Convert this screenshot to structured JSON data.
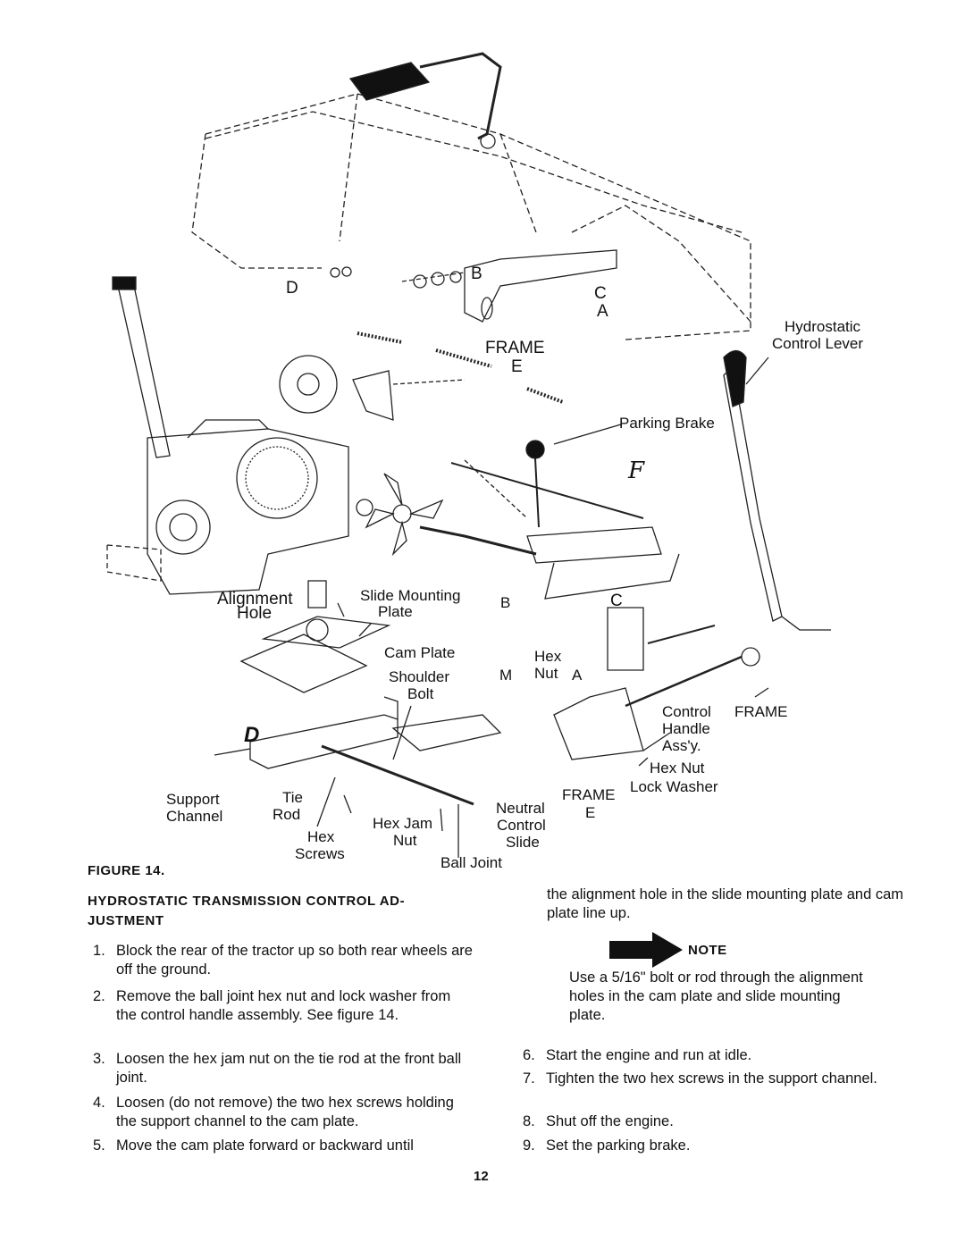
{
  "figure": {
    "caption": "FIGURE 14.",
    "labels": {
      "d_top": "D",
      "b_top": "B",
      "c_top": "C",
      "a_top": "A",
      "frame_e_top_frame": "FRAME",
      "frame_e_top_e": "E",
      "hydrostatic_control_lever_1": "Hydrostatic",
      "hydrostatic_control_lever_2": "Control Lever",
      "parking_brake": "Parking Brake",
      "f_right": "F",
      "alignment_hole_1": "Alignment",
      "alignment_hole_2": "Hole",
      "slide_mounting_plate_1": "Slide Mounting",
      "slide_mounting_plate_2": "Plate",
      "b_mid": "B",
      "c_mid": "C",
      "cam_plate": "Cam Plate",
      "hex_nut_1": "Hex",
      "hex_nut_2": "Nut",
      "m": "M",
      "a_mid": "A",
      "shoulder_bolt_1": "Shoulder",
      "shoulder_bolt_2": "Bolt",
      "control_handle_assy_1": "Control",
      "control_handle_assy_2": "Handle",
      "control_handle_assy_3": "Ass'y.",
      "frame_right": "FRAME",
      "d_bottom": "D",
      "hex_nut_right": "Hex Nut",
      "lock_washer": "Lock Washer",
      "frame_e_bottom_frame": "FRAME",
      "frame_e_bottom_e": "E",
      "support_channel_1": "Support",
      "support_channel_2": "Channel",
      "tie_rod_1": "Tie",
      "tie_rod_2": "Rod",
      "hex_screws_1": "Hex",
      "hex_screws_2": "Screws",
      "hex_jam_nut_1": "Hex Jam",
      "hex_jam_nut_2": "Nut",
      "neutral_control_slide_1": "Neutral",
      "neutral_control_slide_2": "Control",
      "neutral_control_slide_3": "Slide",
      "ball_joint": "Ball Joint"
    }
  },
  "section": {
    "heading_line1": "HYDROSTATIC TRANSMISSION CONTROL AD-",
    "heading_line2": "JUSTMENT"
  },
  "steps_left": [
    {
      "num": "1.",
      "text": "Block the rear of the tractor up so both rear wheels are off the ground."
    },
    {
      "num": "2.",
      "text": "Remove the ball joint hex nut and lock washer from the control handle assembly. See figure 14."
    },
    {
      "num": "3.",
      "text": "Loosen the hex jam nut on the tie rod at the front ball joint."
    },
    {
      "num": "4.",
      "text": "Loosen (do not remove) the two hex screws holding the support channel to the cam plate."
    },
    {
      "num": "5.",
      "text": "Move the cam plate forward or backward until"
    }
  ],
  "continuation_text": "the alignment hole in the slide mounting plate and cam plate line up.",
  "note": {
    "label": "NOTE",
    "icon": "arrow-right-icon",
    "text": "Use a 5/16\" bolt or rod through the alignment holes in the cam plate and slide mounting plate."
  },
  "steps_right": [
    {
      "num": "6.",
      "text": "Start the engine and run at idle."
    },
    {
      "num": "7.",
      "text": "Tighten the two hex screws in the support channel."
    },
    {
      "num": "8.",
      "text": "Shut off the engine."
    },
    {
      "num": "9.",
      "text": "Set the parking brake."
    }
  ],
  "page_number": "12"
}
